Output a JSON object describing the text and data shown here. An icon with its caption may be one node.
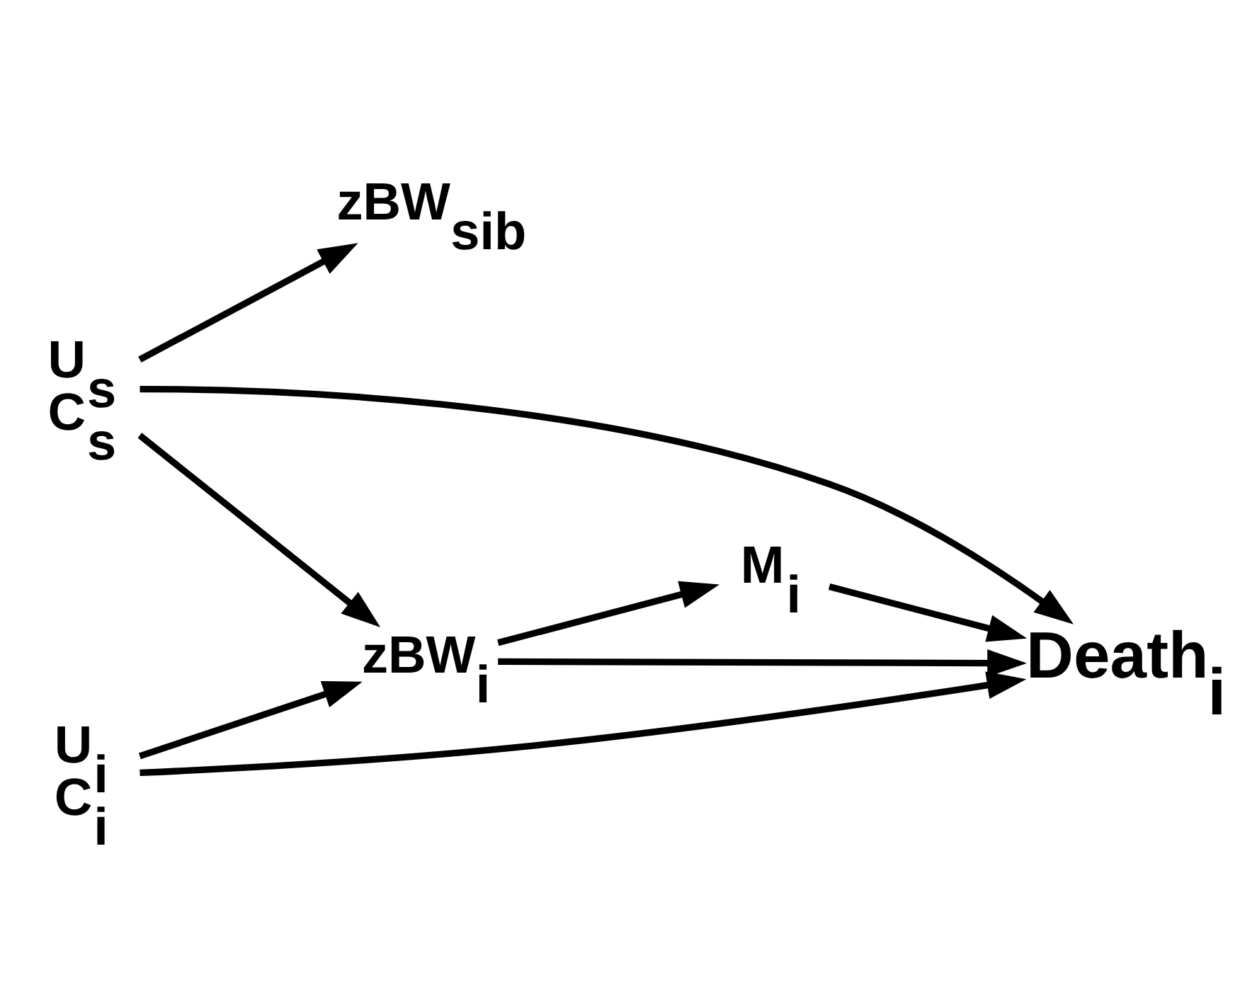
{
  "diagram": {
    "nodes": [
      {
        "text": [
          "U$_{s}$",
          "C$_{s}$"
        ]
      },
      {
        "text": [
          "zBW$_{sib}$"
        ]
      },
      {
        "text": [
          "zBW$_{i}$"
        ]
      },
      {
        "text": [
          "Death$_{i}$"
        ]
      },
      {
        "text": [
          "M$_{i}$"
        ]
      },
      {
        "text": [
          "U$_{i}$",
          "C$_{i}$"
        ]
      }
    ],
    "edges": [
      {
        "from": 0,
        "to": 1,
        "arrow": "to"
      },
      {
        "from": 0,
        "to": 3,
        "arrow": "to"
      },
      {
        "from": 0,
        "to": 2,
        "arrow": "to"
      },
      {
        "from": 2,
        "to": 3,
        "arrow": "to"
      },
      {
        "from": 2,
        "to": 4,
        "arrow": "to"
      },
      {
        "from": 4,
        "to": 3,
        "arrow": "to"
      },
      {
        "from": 5,
        "to": 2,
        "arrow": "to"
      },
      {
        "from": 5,
        "to": 3,
        "arrow": "to"
      }
    ]
  }
}
